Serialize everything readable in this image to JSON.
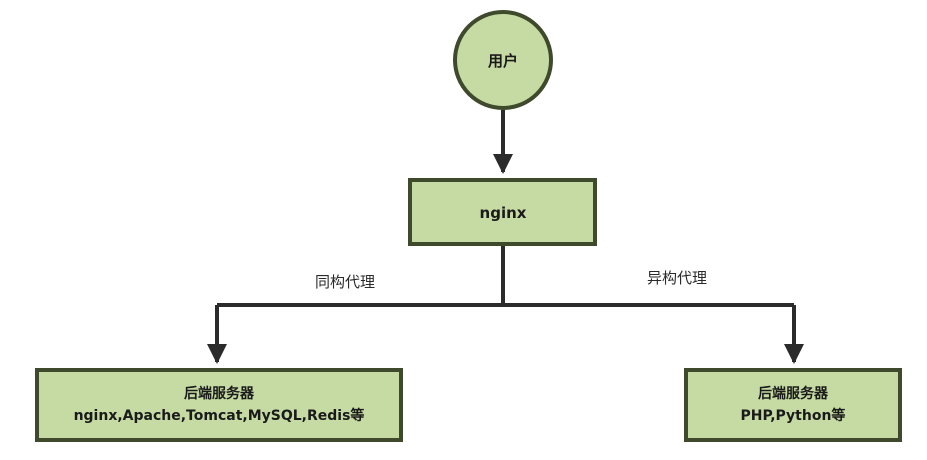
{
  "diagram": {
    "nodes": {
      "user": {
        "label": "用户"
      },
      "nginx": {
        "label": "nginx"
      },
      "backend_homogeneous": {
        "line1": "后端服务器",
        "line2": "nginx,Apache,Tomcat,MySQL,Redis等"
      },
      "backend_heterogeneous": {
        "line1": "后端服务器",
        "line2": "PHP,Python等"
      }
    },
    "edges": {
      "homogeneous_proxy_label": "同构代理",
      "heterogeneous_proxy_label": "异构代理"
    },
    "colors": {
      "node_fill": "#c6dba4",
      "node_stroke": "#3f4a2c",
      "connector": "#2b2b2b"
    }
  }
}
